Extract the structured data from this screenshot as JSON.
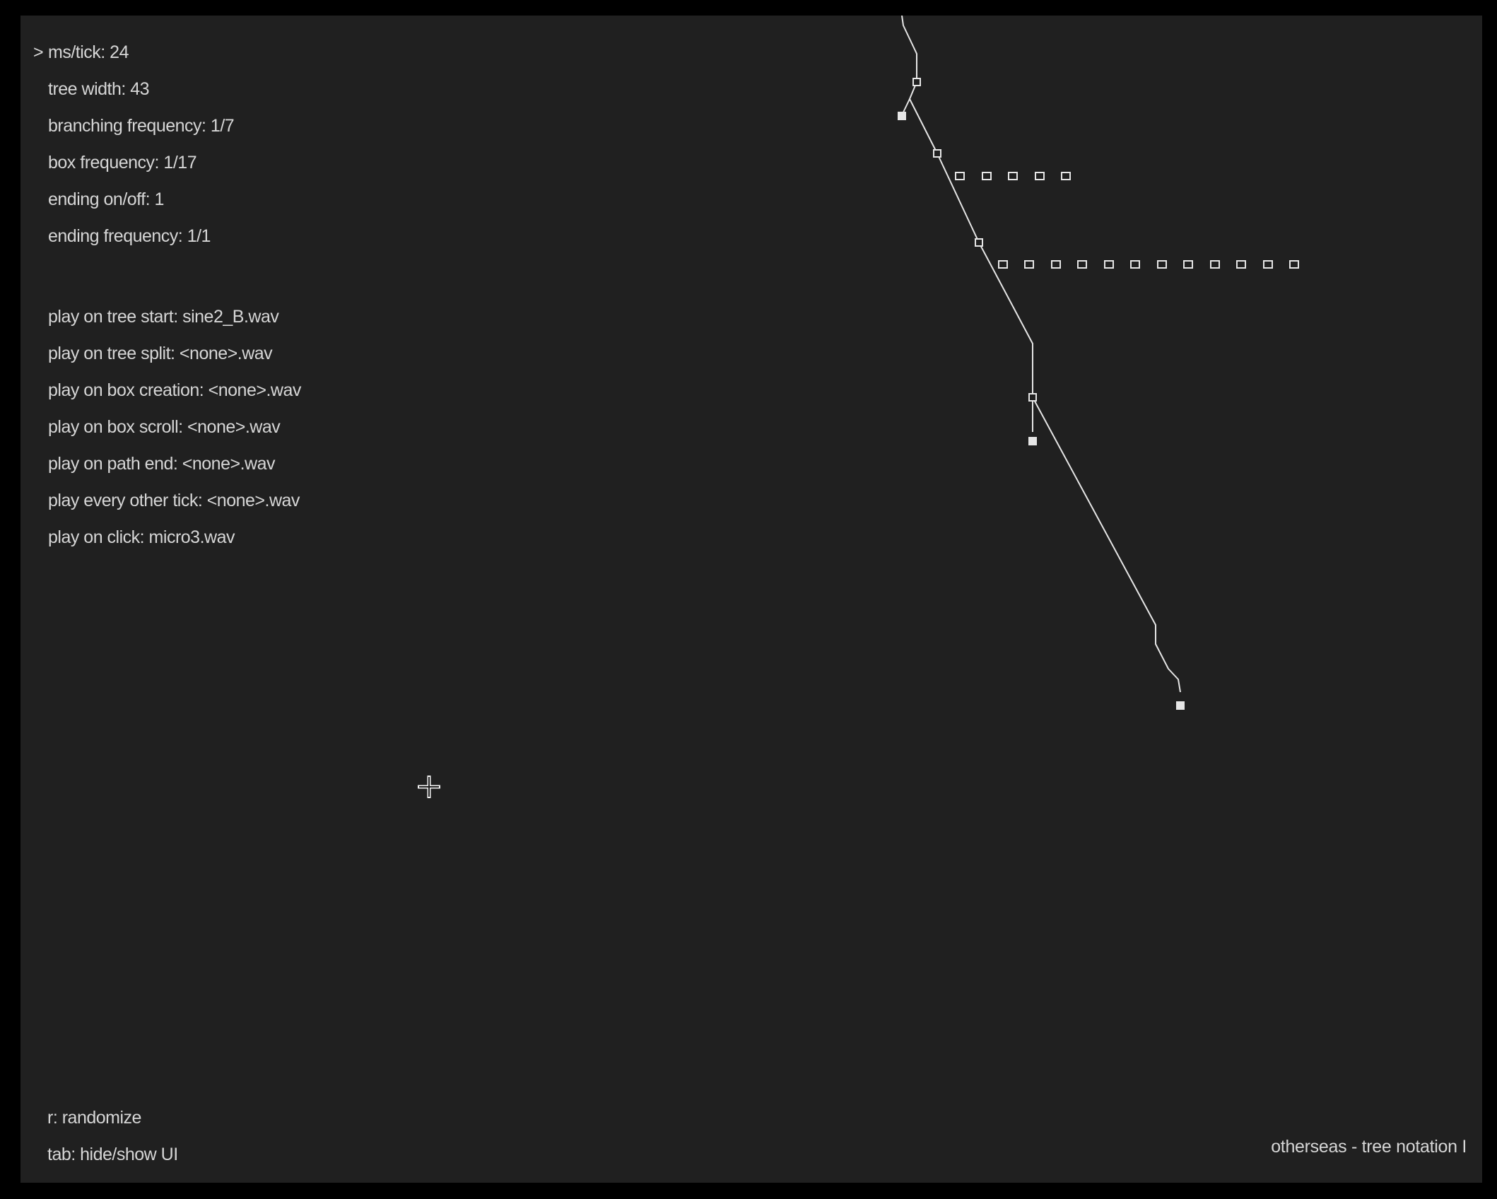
{
  "settings": {
    "selected_marker": ">",
    "items": [
      {
        "label": "ms/tick: 24"
      },
      {
        "label": "tree width: 43"
      },
      {
        "label": "branching frequency: 1/7"
      },
      {
        "label": "box frequency: 1/17"
      },
      {
        "label": "ending on/off: 1"
      },
      {
        "label": "ending frequency: 1/1"
      },
      {
        "label": "play on tree start: sine2_B.wav"
      },
      {
        "label": "play on tree split: <none>.wav"
      },
      {
        "label": "play on box creation: <none>.wav"
      },
      {
        "label": "play on box scroll: <none>.wav"
      },
      {
        "label": "play on path end: <none>.wav"
      },
      {
        "label": "play every other tick: <none>.wav"
      },
      {
        "label": "play on click: micro3.wav"
      }
    ]
  },
  "help": {
    "randomize": "r: randomize",
    "toggle_ui": "tab: hide/show UI"
  },
  "footer": {
    "title": "otherseas - tree notation I"
  },
  "colors": {
    "background": "#202020",
    "frame": "#000000",
    "text": "#d6d6d6",
    "stroke": "#e6e6e6"
  },
  "icons": {
    "cursor": "crosshair-cursor-icon"
  }
}
